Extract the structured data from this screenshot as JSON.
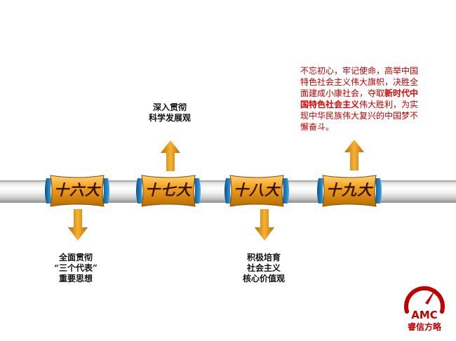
{
  "timeline": {
    "nodes": [
      {
        "label": "十六大"
      },
      {
        "label": "十七大"
      },
      {
        "label": "十八大"
      },
      {
        "label": "十九大"
      }
    ]
  },
  "notes": {
    "n16": [
      "全面贯彻",
      "“三个代表”",
      "重要思想"
    ],
    "n17": [
      "深入贯彻",
      "科学发展观"
    ],
    "n18": [
      "积极培育",
      "社会主义",
      "核心价值观"
    ],
    "n19": {
      "part1": "不忘初心，牢记使命，高举中国特色社会主义伟大旗帜，决胜全面建成小康社会，夺取",
      "highlight": "新时代中国特色社会主义",
      "part2": "伟大胜利，为实现中华民族伟大复兴的中国梦不懈奋斗。"
    }
  },
  "logo": {
    "initials": "AMC",
    "name": "睿信方略"
  },
  "colors": {
    "accent_red": "#c00000",
    "node_orange": "#e59400",
    "cuff_blue": "#1e86c8"
  }
}
